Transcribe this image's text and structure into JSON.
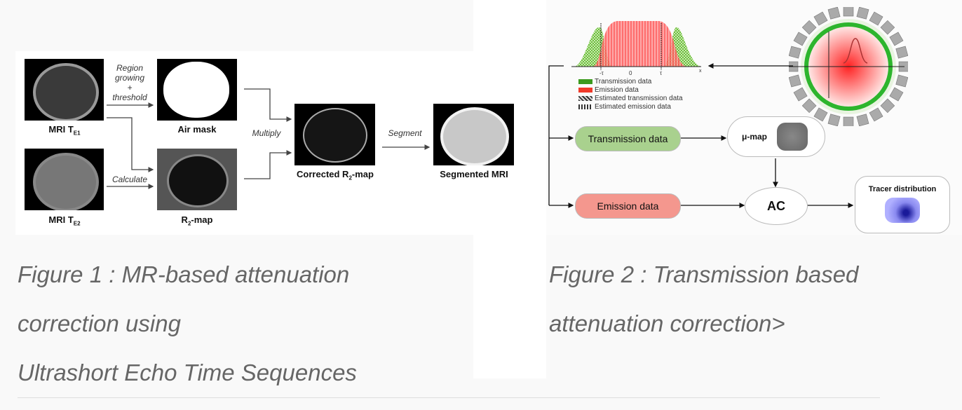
{
  "figure1": {
    "labels": {
      "mri_te1": "MRI T",
      "te1_sub": "E1",
      "mri_te2": "MRI T",
      "te2_sub": "E2",
      "air_mask": "Air mask",
      "r2_map_pre": "R",
      "r2_map_sub": "2",
      "r2_map_post": "-map",
      "corrected_pre": "Corrected R",
      "corrected_sub": "2",
      "corrected_post": "-map",
      "segmented": "Segmented MRI"
    },
    "steps": {
      "region_1": "Region",
      "region_2": "growing",
      "region_3": "+",
      "region_4": "threshold",
      "calculate": "Calculate",
      "multiply": "Multiply",
      "segment": "Segment"
    },
    "caption_lines": [
      "Figure 1 : MR-based attenuation",
      "correction using",
      "Ultrashort Echo Time Sequences"
    ]
  },
  "figure2": {
    "axis_ticks": [
      "-τ",
      "0",
      "τ"
    ],
    "axis_label": "x",
    "legend": [
      "Transmission data",
      "Emission data",
      "Estimated transmission data",
      "Estimated emission data"
    ],
    "nodes": {
      "transmission": "Transmission data",
      "mu_map": "μ-map",
      "emission": "Emission data",
      "ac": "AC",
      "tracer": "Tracer distribution"
    },
    "colors": {
      "transmission": "#a9d18e",
      "emission": "#f4978e",
      "green": "#3c9a1e",
      "red": "#f03a2a"
    },
    "caption_lines": [
      "Figure 2 : Transmission based",
      "attenuation correction>"
    ]
  }
}
